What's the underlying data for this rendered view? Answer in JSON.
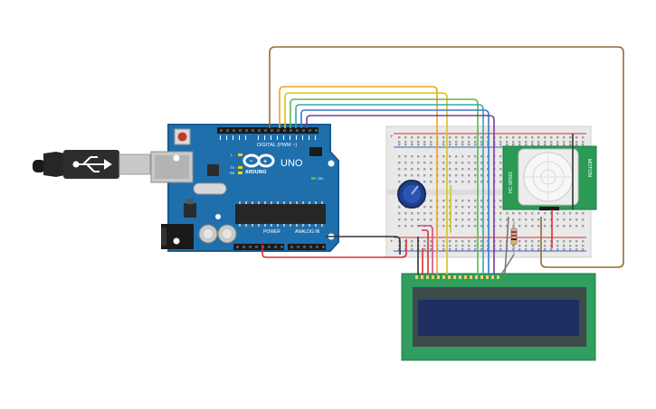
{
  "colors": {
    "arduino_board": "#1f6fad",
    "arduino_edge": "#185a8c",
    "breadboard": "#e9e9e9",
    "lcd_pcb": "#2f9e5e",
    "lcd_screen": "#1e2f63",
    "pir_pcb": "#2a9a55",
    "wire_brown": "#9a6a3a",
    "wire_orange": "#f0a31c",
    "wire_yellow": "#d9c21c",
    "wire_green": "#5fb84a",
    "wire_teal": "#37a7a9",
    "wire_blue": "#3a78c9",
    "wire_purple": "#7a3ca0",
    "wire_red": "#d93131",
    "wire_black": "#333333",
    "wire_pink": "#d44a8a"
  },
  "arduino": {
    "logo": "ARDUINO",
    "model": "UNO",
    "digital_label": "DIGITAL (PWM ~)",
    "power_label": "POWER",
    "analog_label": "ANALOG IN",
    "on_label": "ON",
    "led_l": "L",
    "led_tx": "TX",
    "led_rx": "RX"
  },
  "pir_sensor": {
    "label_left": "HC-SR501",
    "label_right": "MOTION"
  },
  "icons": [
    "usb-cable-icon",
    "potentiometer-icon",
    "resistor-icon",
    "pir-dome-icon"
  ]
}
